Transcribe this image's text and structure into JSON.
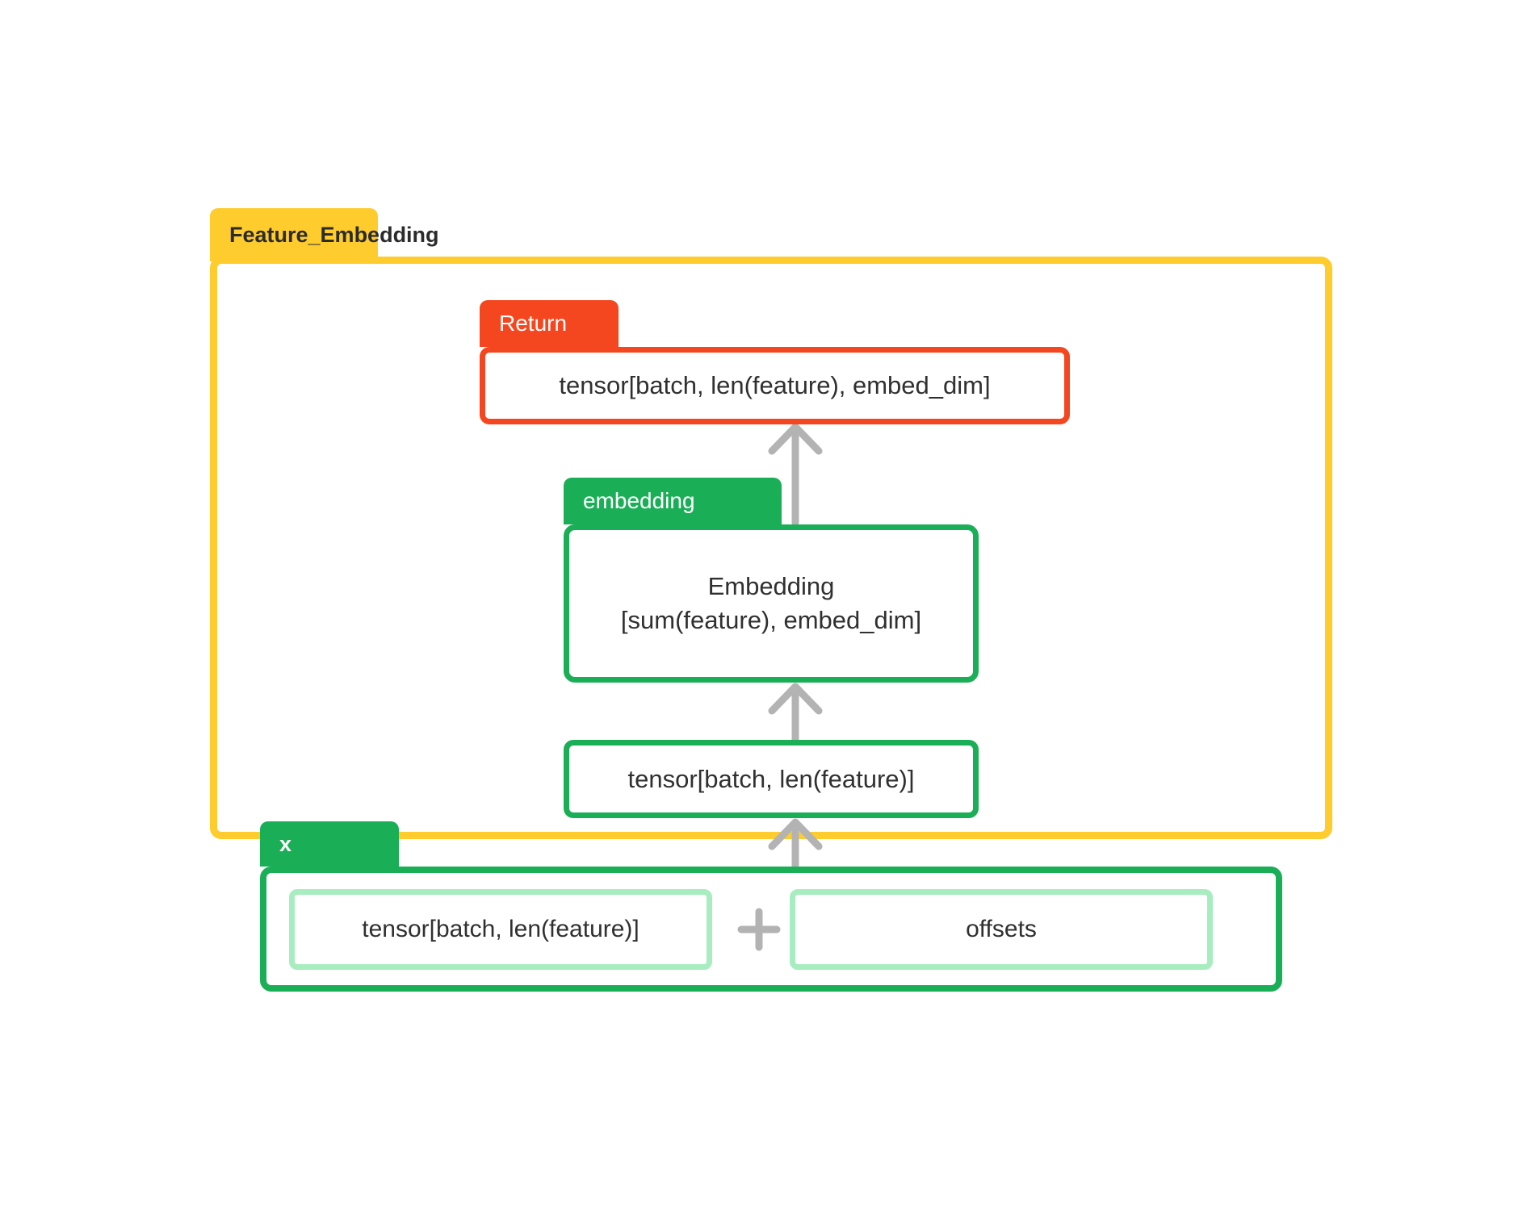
{
  "diagram": {
    "title": "Feature_Embedding",
    "module": {
      "tab_label": "Feature_Embedding",
      "color": "#FFCC2E"
    },
    "nodes": {
      "return": {
        "tab_label": "Return",
        "text": "tensor[batch, len(feature), embed_dim]",
        "color": "#F4471F"
      },
      "embedding": {
        "tab_label": "embedding",
        "line1": "Embedding",
        "line2": "[sum(feature), embed_dim]",
        "color": "#1AAF56"
      },
      "mid_tensor": {
        "text": "tensor[batch, len(feature)]",
        "color": "#1AAF56"
      },
      "input_x": {
        "tab_label": "x",
        "color": "#1AAF56",
        "inner_border_color": "#A8EDBF",
        "operator": "+",
        "items": [
          {
            "text": "tensor[batch, len(feature)]"
          },
          {
            "text": "offsets"
          }
        ]
      }
    },
    "edges": [
      {
        "name": "embedding-to-return",
        "icon": "arrow-up-icon",
        "color": "#B3B3B3"
      },
      {
        "name": "mid-tensor-to-embedding",
        "icon": "arrow-up-icon",
        "color": "#B3B3B3"
      },
      {
        "name": "x-to-mid-tensor",
        "icon": "arrow-up-icon",
        "color": "#B3B3B3"
      }
    ]
  }
}
